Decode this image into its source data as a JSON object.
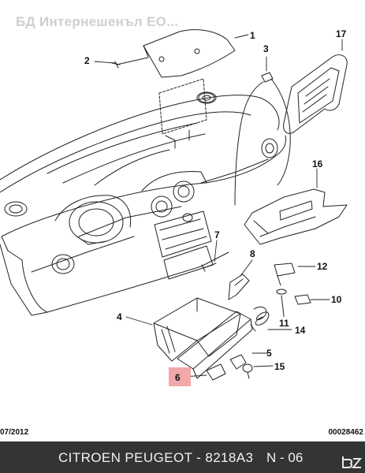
{
  "watermark": "БД Интернешенъл ЕО...",
  "date": "07/2012",
  "code": "00028462",
  "footer": {
    "title": "CITROEN PEUGEOT - 8218A3",
    "page": "N - 06"
  },
  "callouts": {
    "p1": "1",
    "p2": "2",
    "p3": "3",
    "p4": "4",
    "p5": "5",
    "p6": "6",
    "p7": "7",
    "p8": "8",
    "p10": "10",
    "p11": "11",
    "p12": "12",
    "p14": "14",
    "p15": "15",
    "p16": "16",
    "p17": "17"
  },
  "colors": {
    "highlight": "#f2a8a8",
    "footer_bg": "#333436",
    "line": "#222222"
  }
}
